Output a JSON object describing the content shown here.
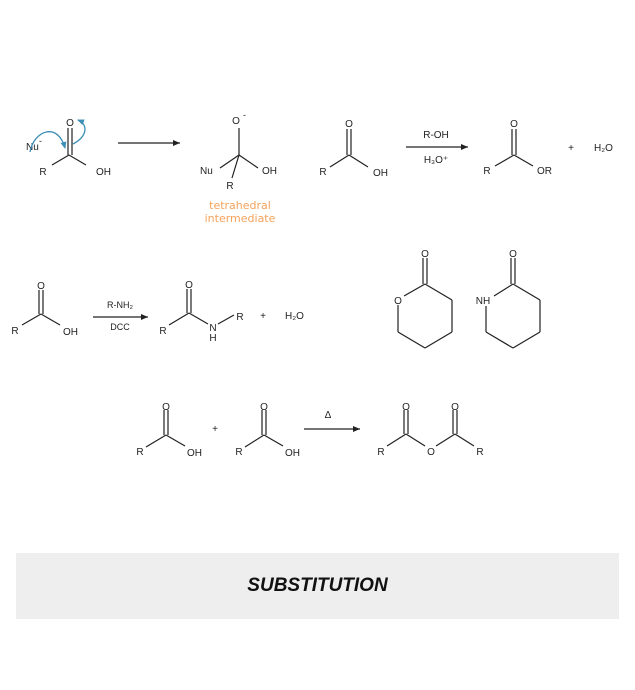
{
  "colors": {
    "curved_arrow": "#3d8fb5",
    "intermediate_label": "#f5a25a",
    "banner_bg": "#eeeeee"
  },
  "nucleophilic_addition": {
    "nucleophile": "Nu",
    "nucleophile_charge": "-",
    "reactant": {
      "carbonyl_O": "O",
      "R": "R",
      "hydroxyl": "OH"
    },
    "intermediate": {
      "oxide": "O",
      "oxide_charge": "-",
      "nu": "Nu",
      "hydroxyl": "OH",
      "R": "R"
    },
    "intermediate_label_line1": "tetrahedral",
    "intermediate_label_line2": "intermediate"
  },
  "esterification": {
    "reactant": {
      "carbonyl_O": "O",
      "R": "R",
      "hydroxyl": "OH"
    },
    "reagent_top": "R-OH",
    "reagent_bottom": "H₃O⁺",
    "product": {
      "carbonyl_O": "O",
      "R": "R",
      "ester_OR": "OR"
    },
    "plus": "+",
    "byproduct": "H₂O"
  },
  "amidation": {
    "reactant": {
      "carbonyl_O": "O",
      "R": "R",
      "hydroxyl": "OH"
    },
    "reagent_top": "R-NH₂",
    "reagent_bottom": "DCC",
    "product": {
      "carbonyl_O": "O",
      "R_left": "R",
      "N": "N",
      "H": "H",
      "R_right": "R"
    },
    "plus": "+",
    "byproduct": "H₂O"
  },
  "cyclic": {
    "lactone": {
      "ring_O": "O",
      "carbonyl_O": "O"
    },
    "lactam": {
      "ring_NH": "NH",
      "carbonyl_O": "O"
    }
  },
  "anhydride": {
    "acid1": {
      "carbonyl_O": "O",
      "R": "R",
      "hydroxyl": "OH"
    },
    "plus": "+",
    "acid2": {
      "carbonyl_O": "O",
      "R": "R",
      "hydroxyl": "OH"
    },
    "condition": "Δ",
    "product": {
      "carbonyl_O1": "O",
      "carbonyl_O2": "O",
      "R_left": "R",
      "bridge_O": "O",
      "R_right": "R"
    }
  },
  "banner": {
    "title": "SUBSTITUTION"
  }
}
